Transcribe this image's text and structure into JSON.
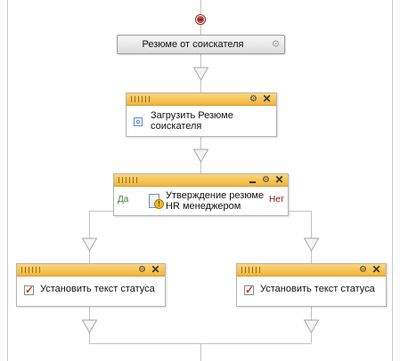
{
  "workflow": {
    "start_block": {
      "title": "Резюме от соискателя",
      "icon": "gear-icon"
    },
    "upload_block": {
      "title": "Загрузить Резюме соискателя",
      "icon": "activity-icon"
    },
    "approval_block": {
      "title": "Утверждение резюме HR менеджером",
      "branch_yes": "Да",
      "branch_no": "Нет",
      "icon": "document-warning-icon"
    },
    "left_status_block": {
      "title": "Установить текст статуса",
      "icon": "checkbox-icon"
    },
    "right_status_block": {
      "title": "Установить текст статуса",
      "icon": "checkbox-icon"
    }
  },
  "colors": {
    "header_orange": "#f0b43e",
    "line_gray": "#c8c8c8",
    "yes_green": "#2a8a2a",
    "no_red": "#8a1010",
    "start_node": "#b84b4b"
  }
}
